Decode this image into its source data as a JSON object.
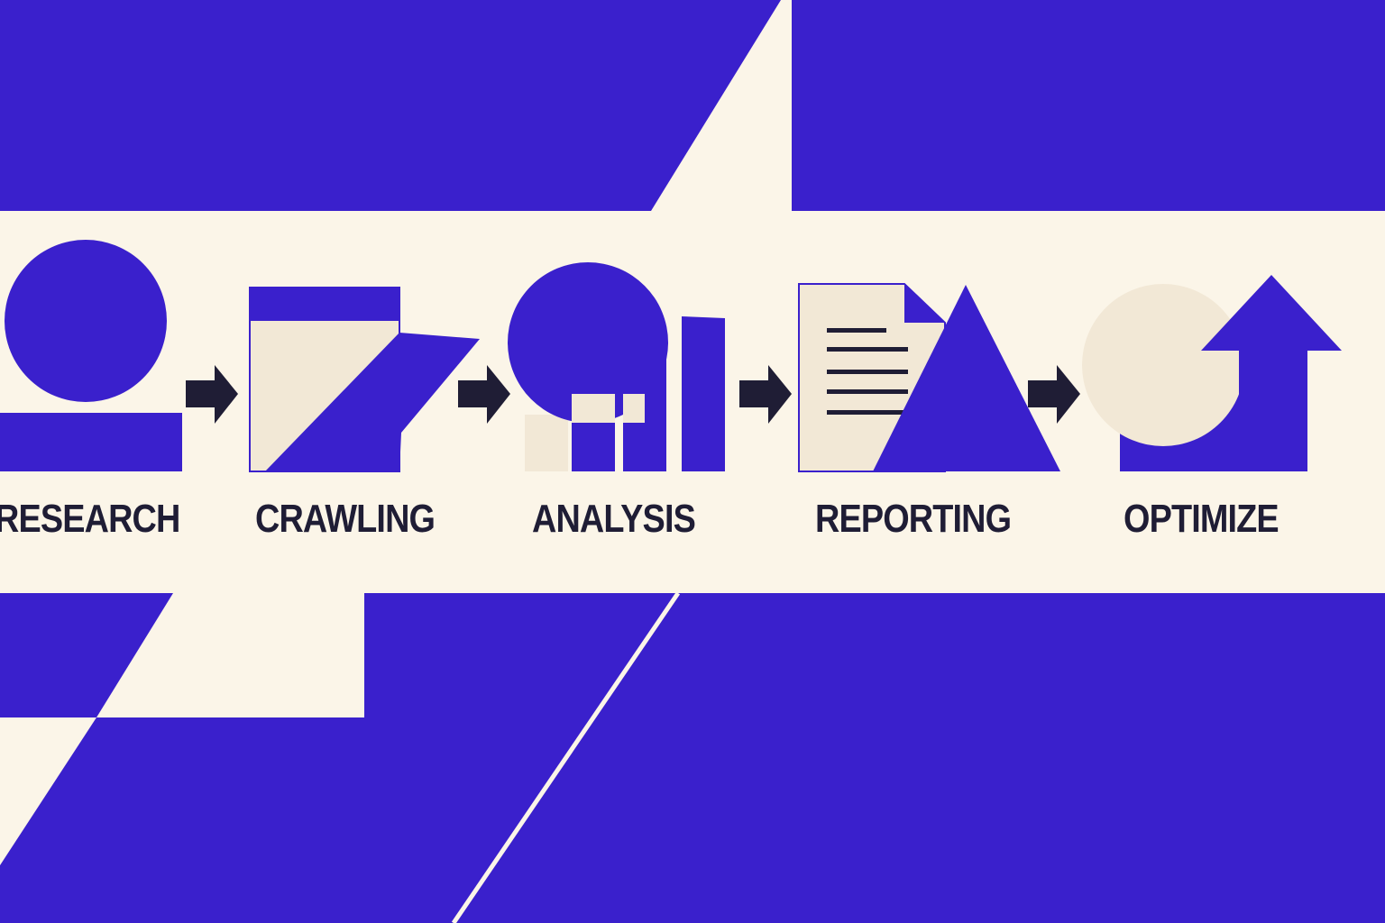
{
  "colors": {
    "primary": "#3a20cc",
    "cream": "#fbf5e8",
    "beige": "#f2e8d6",
    "ink": "#1f1d35"
  },
  "steps": [
    {
      "label": "RESEARCH",
      "icon": "person-icon"
    },
    {
      "label": "CRAWLING",
      "icon": "crawler-page-icon"
    },
    {
      "label": "ANALYSIS",
      "icon": "bar-chart-icon"
    },
    {
      "label": "REPORTING",
      "icon": "report-document-icon"
    },
    {
      "label": "OPTIMIZE",
      "icon": "up-arrow-icon"
    }
  ]
}
